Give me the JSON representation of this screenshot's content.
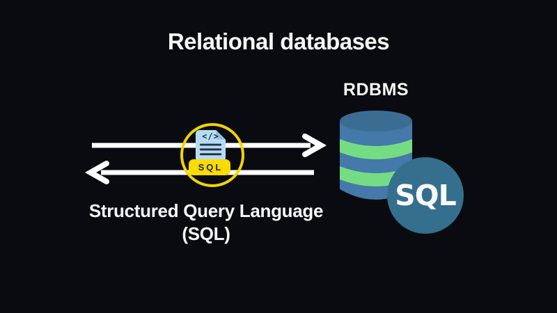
{
  "slide": {
    "title": "Relational databases",
    "rdbms_label": "RDBMS",
    "caption_line1": "Structured Query Language",
    "caption_line2": "(SQL)",
    "file_icon": {
      "code_glyph": "</>",
      "badge_label": "SQL"
    },
    "sql_circle_label": "SQL",
    "icons": [
      "database-cylinder-icon",
      "sql-file-icon",
      "code-tag-icon",
      "arrow-right-icon",
      "arrow-left-icon",
      "highlight-ring-icon",
      "sql-coin-badge"
    ],
    "colors": {
      "background": "#0a0b10",
      "text": "#f7f7f7",
      "arrow": "#ffffff",
      "ring_yellow": "#f2d500",
      "badge_yellow": "#fbdb00",
      "badge_text": "#1c2433",
      "doc_blue": "#b5dcf4",
      "doc_fold": "#93c0de",
      "doc_lines": "#253348",
      "cylinder_body": "#4579a9",
      "cylinder_top": "#3b6d92",
      "cylinder_stripe": "#74dd84",
      "sql_coin_teal": "#34708d"
    }
  }
}
